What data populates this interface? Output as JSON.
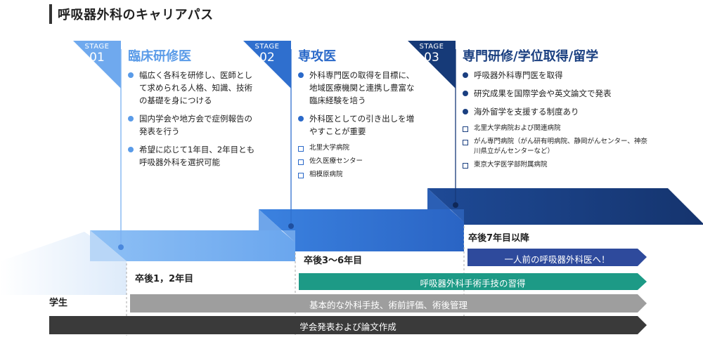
{
  "title": "呼吸器外科のキャリアパス",
  "stages": [
    {
      "label": "STAGE",
      "num": "01",
      "name": "臨床研修医",
      "color": "#5a9be8",
      "items": [
        {
          "type": "dot",
          "text": "幅広く各科を研修し、医師として求められる人格、知識、技術の基礎を身につける"
        },
        {
          "type": "dot",
          "text": "国内学会や地方会で症例報告の発表を行う"
        },
        {
          "type": "dot",
          "text": "希望に応じて1年目、2年目とも呼吸器外科を選択可能"
        }
      ]
    },
    {
      "label": "STAGE",
      "num": "02",
      "name": "専攻医",
      "color": "#2a69c9",
      "items": [
        {
          "type": "dot",
          "text": "外科専門医の取得を目標に、地域医療機関と連携し豊富な臨床経験を培う"
        },
        {
          "type": "dot",
          "text": "外科医としての引き出しを増やすことが重要"
        },
        {
          "type": "square",
          "text": "北里大学病院"
        },
        {
          "type": "square",
          "text": "佐久医療センター"
        },
        {
          "type": "square",
          "text": "相模原病院"
        }
      ]
    },
    {
      "label": "STAGE",
      "num": "03",
      "name": "専門研修/学位取得/留学",
      "color": "#1a3f80",
      "items": [
        {
          "type": "dot",
          "text": "呼吸器外科専門医を取得"
        },
        {
          "type": "dot",
          "text": "研究成果を国際学会や英文論文で発表"
        },
        {
          "type": "dot",
          "text": "海外留学を支援する制度あり"
        },
        {
          "type": "square",
          "text": "北里大学病院および関連病院"
        },
        {
          "type": "square",
          "text": "がん専門病院（がん研有明病院、静岡がんセンター、神奈川県立がんセンターなど）"
        },
        {
          "type": "square",
          "text": "東京大学医学部附属病院"
        }
      ]
    }
  ],
  "periods": {
    "p1": "卒後1，2年目",
    "p2": "卒後3～6年目",
    "p3": "卒後7年目以降"
  },
  "student": "学生",
  "arrows": {
    "a1": {
      "text": "一人前の呼吸器外科医へ！",
      "color": "#2e4a9c"
    },
    "a2": {
      "text": "呼吸器外科手術手技の習得",
      "color": "#1d9a86"
    },
    "a3": {
      "text": "基本的な外科手技、術前評価、術後管理",
      "color": "#9e9e9e"
    },
    "a4": {
      "text": "学会発表および論文作成",
      "color": "#3a3a3a"
    }
  }
}
